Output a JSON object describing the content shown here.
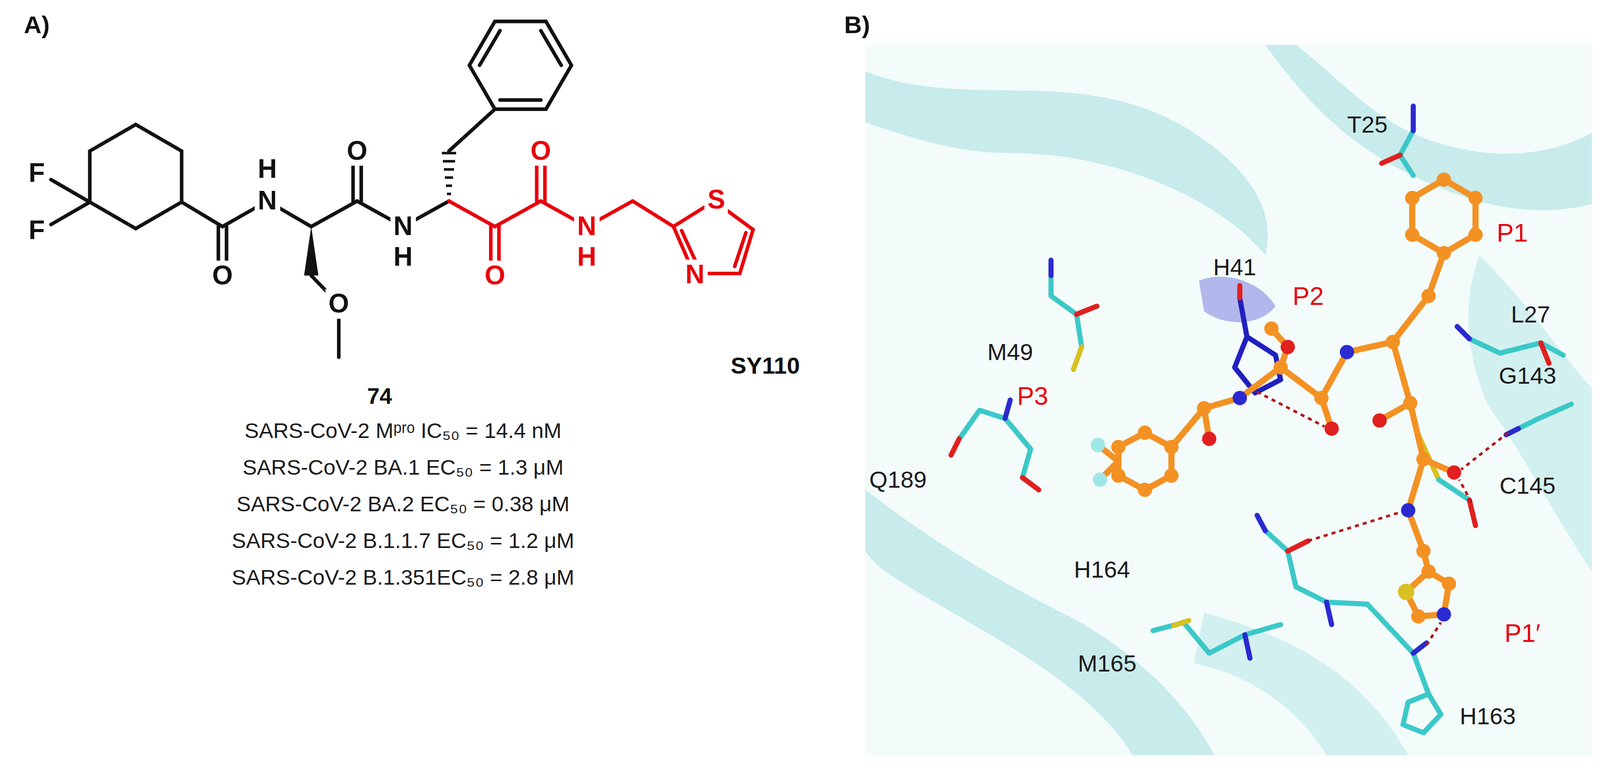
{
  "diagram": {
    "labels": [
      "A)",
      "F",
      "F",
      "H",
      "N",
      "O",
      "O",
      "N",
      "H",
      "O",
      "O",
      "N",
      "H",
      "S",
      "N",
      "O",
      "SY110",
      "74",
      "SARS-CoV-2 Mᵖʳᵒ IC₅₀ = 14.4 nM",
      "SARS-CoV-2 BA.1 EC₅₀ = 1.3 μM",
      "SARS-CoV-2 BA.2 EC₅₀ = 0.38 μM",
      "SARS-CoV-2 B.1.1.7 EC₅₀ = 1.2 μM",
      "SARS-CoV-2 B.1.351EC₅₀ = 2.8 μM",
      "B)",
      "T25",
      "P1",
      "H41",
      "P2",
      "L27",
      "M49",
      "G143",
      "P3",
      "Q189",
      "C145",
      "H164",
      "P1′",
      "M165",
      "H163"
    ]
  }
}
